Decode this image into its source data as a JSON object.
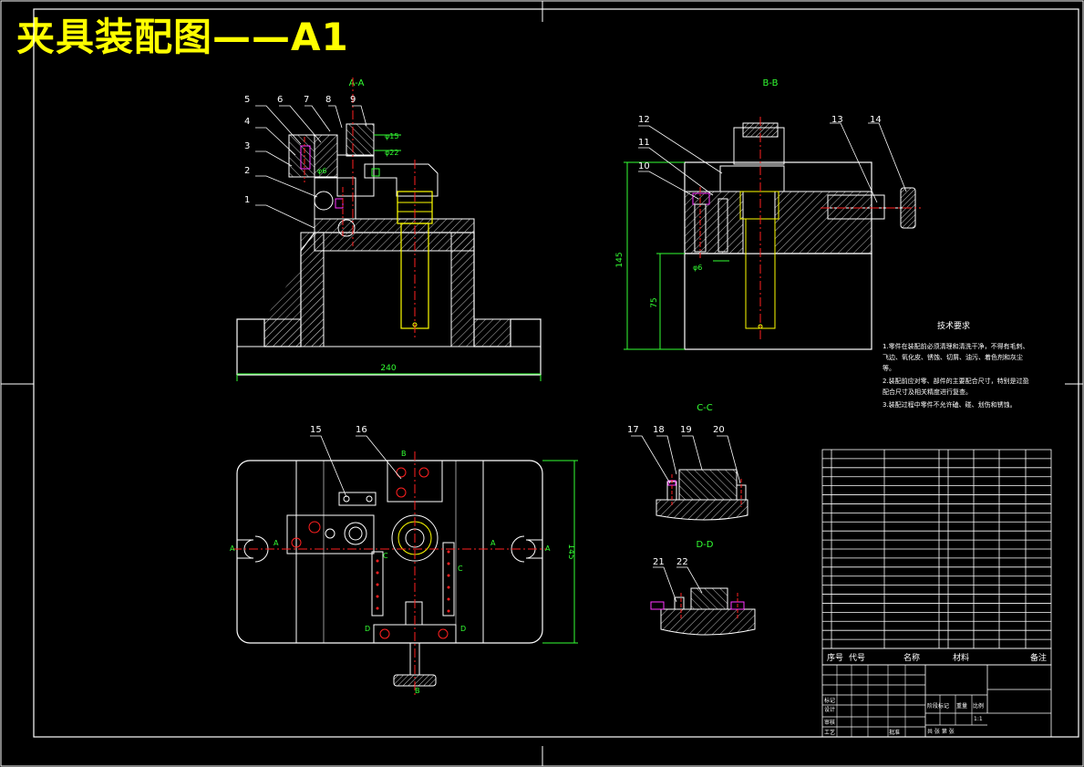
{
  "title": "夹具装配图——A1",
  "views": {
    "aa": "A-A",
    "bb": "B-B",
    "cc": "C-C",
    "dd": "D-D"
  },
  "balloons_aa": [
    "5",
    "6",
    "7",
    "8",
    "9",
    "4",
    "3",
    "2",
    "1"
  ],
  "balloons_bb": [
    "12",
    "11",
    "10",
    "13",
    "14"
  ],
  "balloons_plan": [
    "15",
    "16"
  ],
  "balloons_cc": [
    "17",
    "18",
    "19",
    "20"
  ],
  "balloons_dd": [
    "21",
    "22"
  ],
  "dims": {
    "aa_width": "240",
    "aa_d15": "φ15",
    "aa_d22": "φ22",
    "aa_d6": "φ6",
    "bb_height": "145",
    "bb_75": "75",
    "bb_d6": "φ6",
    "plan_height": "145"
  },
  "section_marks": {
    "a": "A",
    "b": "B",
    "c": "C",
    "d": "D"
  },
  "tech_req": {
    "heading": "技术要求",
    "line1": "1.零件在装配前必须清理和清洗干净，不得有毛刺、",
    "line2": "飞边、氧化皮、锈蚀、切屑、油污、着色剂和灰尘",
    "line3": "等。",
    "line4": "2.装配前应对零、部件的主要配合尺寸，特别是过盈",
    "line5": "配合尺寸及相关精度进行复查。",
    "line6": "3.装配过程中零件不允许磕、碰、划伤和锈蚀。"
  },
  "bom_header": {
    "seq": "序号",
    "code": "代号",
    "name": "名称",
    "material": "材料",
    "note": "备注"
  },
  "title_block": {
    "label1": "标记",
    "label2": "设计",
    "label3": "审核",
    "label4": "工艺",
    "label5": "批准",
    "label6": "阶段标记",
    "label7": "重量",
    "label8": "比例",
    "label9": "共 张 第 张",
    "scale": "1:1"
  },
  "colors": {
    "line": "#ffffff",
    "hatch": "#cccccc",
    "center": "#ff2020",
    "green": "#33ff33",
    "cyan": "#33ccff",
    "yellow": "#ffff00",
    "magenta": "#ff33ff"
  }
}
